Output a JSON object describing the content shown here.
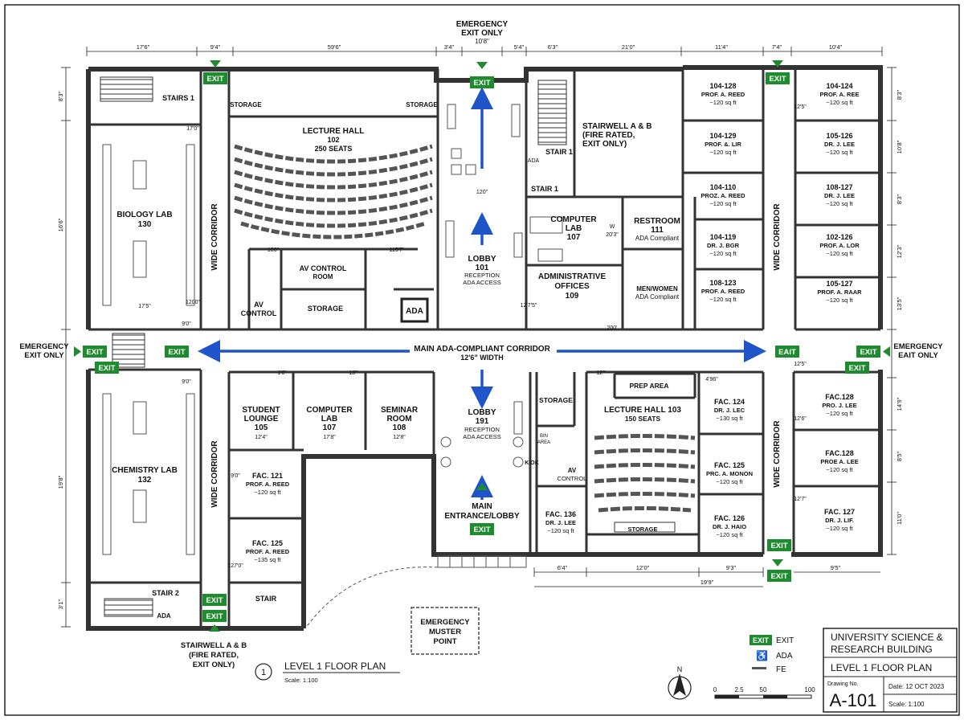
{
  "colors": {
    "exit_green": "#1e8c2e",
    "arrow_blue": "#1f55c9",
    "ada_blue": "#1f4fbf",
    "wall": "#333333"
  },
  "top_exit": [
    "EMERGENCY",
    "EXIT ONLY"
  ],
  "top_dim": "10'8\"",
  "top_dims": [
    "17'6\"",
    "9'4\"",
    "59'6\"",
    "3'4\"",
    "5'4\"",
    "6'3\"",
    "21'0\"",
    "11'4\"",
    "7'4\"",
    "10'4\""
  ],
  "left_dims": [
    "8'3\"",
    "16'6\"",
    "19'8\"",
    "3'1\""
  ],
  "right_dims": [
    "8'3\"",
    "10'8\"",
    "8'3\"",
    "12'3\"",
    "13'5\"",
    "14'9\"",
    "8'5\"",
    "11'0\""
  ],
  "bottom_dims": [
    "6'4\"",
    "12'0\"",
    "9'3\"",
    "19'9\"",
    "9'5\""
  ],
  "exit_label": "EXIT",
  "rooms": {
    "stairs1": "STAIRS 1",
    "storage": "STORAGE",
    "lecture102": [
      "LECTURE HALL",
      "102",
      "250 SEATS"
    ],
    "stairwell_ab": [
      "STAIRWELL A & B",
      "(FIRE RATED,",
      "EXIT ONLY)"
    ],
    "stair1": "STAIR 1",
    "ada": "ADA",
    "biology": [
      "BIOLOGY LAB",
      "130"
    ],
    "wide_corridor": "WIDE CORRIDOR",
    "lobby101": [
      "LOBBY",
      "101",
      "RECEPTION",
      "ADA ACCESS"
    ],
    "computer107": [
      "COMPUTER",
      "LAB",
      "107"
    ],
    "restroom": [
      "RESTROOM",
      "111",
      "ADA Compliant"
    ],
    "admin": [
      "ADMINISTRATIVE",
      "OFFICES",
      "109"
    ],
    "menwomen": [
      "MEN/WOMEN",
      "ADA Compliant"
    ],
    "avcontrolroom": [
      "AV CONTROL",
      "ROOM"
    ],
    "avcontrol": [
      "AV",
      "CONTROL"
    ],
    "av_control2": [
      "AV",
      "CONTROL"
    ],
    "student": [
      "STUDENT",
      "LOUNGE",
      "105",
      "12'4\""
    ],
    "computer107b": [
      "COMPUTER",
      "LAB",
      "107",
      "17'8\""
    ],
    "seminar": [
      "SEMINAR",
      "ROOM",
      "108",
      "12'8\""
    ],
    "lobby191": [
      "LOBBY",
      "191",
      "RECEPTION",
      "ADA ACCESS"
    ],
    "lecture103": [
      "LECTURE HALL 103",
      "150 SEATS"
    ],
    "prep": "PREP AREA",
    "chemistry": [
      "CHEMISTRY LAB",
      "132"
    ],
    "stair2": "STAIR 2",
    "stair": "STAIR",
    "main_entrance": [
      "MAIN",
      "ENTRANCE/LOBBY"
    ],
    "muster": [
      "EMERGENCY",
      "MUSTER",
      "POINT"
    ],
    "bin_area": [
      "BIN",
      "AREA"
    ],
    "kiosk": "KIOK"
  },
  "offices_right_a": [
    [
      "104-128",
      "PROF. A. REED",
      "~120 sq ft"
    ],
    [
      "104-129",
      "PROF. &. LIR",
      "~120 sq ft"
    ],
    [
      "104-110",
      "PROZ. A. REED",
      "~120 sq ft"
    ],
    [
      "104-119",
      "DR. J. BGR",
      "~120 sq ft"
    ],
    [
      "108-123",
      "PROF. A. REED",
      "~120 sq ft"
    ]
  ],
  "offices_right_b": [
    [
      "104-124",
      "PROF. A. REE",
      "~120 sq ft"
    ],
    [
      "105-126",
      "DR. J. LEE",
      "~120 sq ft"
    ],
    [
      "108-127",
      "DR. J. LEE",
      "~120 sq ft"
    ],
    [
      "102-126",
      "PROF. A. LOR",
      "~120 sq ft"
    ],
    [
      "105-127",
      "PROF. A. RAAR",
      "~120 sq ft"
    ]
  ],
  "fac_mid": [
    [
      "FAC. 124",
      "DR. J. LEC",
      "~130 sq ft"
    ],
    [
      "FAC. 125",
      "PRC. A. MONON",
      "~120 sq ft"
    ],
    [
      "FAC. 126",
      "DR. J. HAIO",
      "~120 sq ft"
    ]
  ],
  "fac_right": [
    [
      "FAC.128",
      "PRO. J. LEE",
      "~120 sq ft"
    ],
    [
      "FAC.128",
      "PROE A. LEE",
      "~120 sq ft"
    ],
    [
      "FAC. 127",
      "DR. J. LIF.",
      "~120 sq ft"
    ]
  ],
  "fac_left": [
    [
      "FAC. 121",
      "PROF. A. REED",
      "~120 sq ft"
    ],
    [
      "FAC. 125",
      "PROF. A. REED",
      "~135 sq ft"
    ]
  ],
  "fac136": [
    "FAC. 136",
    "DR. J. LEE",
    "~120 sq ft"
  ],
  "corridor": [
    "MAIN ADA-COMPLIANT CORRIDOR",
    "12'6\" WIDTH"
  ],
  "left_exit": [
    "EMERGENCY",
    "EXIT ONLY"
  ],
  "right_exit": [
    "EMERGENCY",
    "EAIT ONLY"
  ],
  "right_exit_sign": "EAIT",
  "bottom_stair": [
    "STAIRWELL A & B",
    "(FIRE RATED,",
    "EXIT ONLY)"
  ],
  "plan_title": {
    "number": "1",
    "name": "LEVEL 1 FLOOR PLAN",
    "scale": "Scale: 1:100"
  },
  "legend": {
    "exit": "EXIT",
    "ada": "ADA",
    "fe": "FE"
  },
  "scalebar": [
    "0",
    "2.5",
    "50",
    "100"
  ],
  "north": "N",
  "title_block": {
    "building": [
      "UNIVERSITY SCIENCE &",
      "RESEARCH BUILDING"
    ],
    "sheet": "LEVEL 1 FLOOR PLAN",
    "drawing_no_label": "Drawing No.",
    "drawing_no": "A-101",
    "date": "Date: 12 OCT 2023",
    "scale": "Scale: 1:100"
  },
  "small_labels": {
    "w": "W",
    "d1": "120\"",
    "d2": "20'3\"",
    "d3": "17'0\"",
    "d4": "17'5\"",
    "d5": "9'0\"",
    "d6": "1200\"",
    "d7": "100\"",
    "d8": "115'7\"",
    "d9": "12'7'5\"",
    "d10": "9'0\"",
    "d11": "200'",
    "d12": "12'5\"",
    "d13": "1'0\"",
    "d14": "13'\"",
    "d15": "12'\"",
    "d16": "9'0\"",
    "d17": "127'0\"",
    "d18": "4'96\"",
    "d19": "12'5\"",
    "d20": "12'6\"",
    "d21": "12'7\""
  }
}
